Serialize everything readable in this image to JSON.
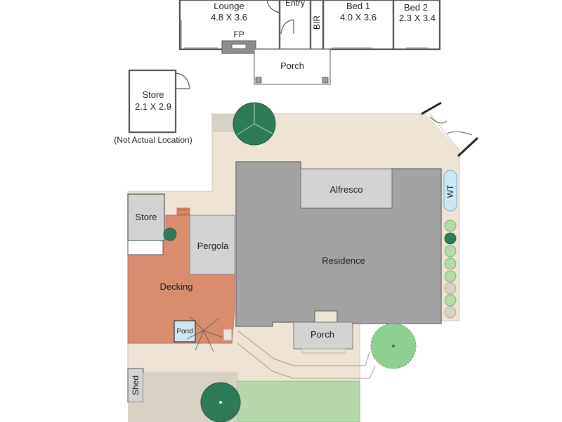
{
  "floor_plan": {
    "rooms": {
      "lounge": {
        "name": "Lounge",
        "size": "4.8 X 3.6"
      },
      "entry": {
        "name": "Entry"
      },
      "bir": {
        "name": "BIR"
      },
      "bed1": {
        "name": "Bed 1",
        "size": "4.0 X 3.6"
      },
      "bed2": {
        "name": "Bed 2",
        "size": "2.3 X 3.4"
      },
      "fireplace": {
        "name": "FP"
      },
      "porch": {
        "name": "Porch"
      },
      "store": {
        "name": "Store",
        "size": "2.1 X 2.9",
        "note": "(Not Actual Location)"
      }
    }
  },
  "site_plan": {
    "areas": {
      "alfresco": "Alfresco",
      "residence": "Residence",
      "porch": "Porch",
      "pergola": "Pergola",
      "decking": "Decking",
      "store": "Store",
      "pond": "Pond",
      "shed": "Shed",
      "water_tank": "WT"
    }
  },
  "colors": {
    "paving": "#ede4d6",
    "building": "#a3a3a3",
    "outbuilding": "#d0d0d0",
    "decking": "#d98c6e",
    "lawn": "#b5d9ab",
    "tree_dark": "#2e7b59",
    "tree_light": "#8fcf91",
    "water": "#cde8f4",
    "wall": "#555555"
  }
}
